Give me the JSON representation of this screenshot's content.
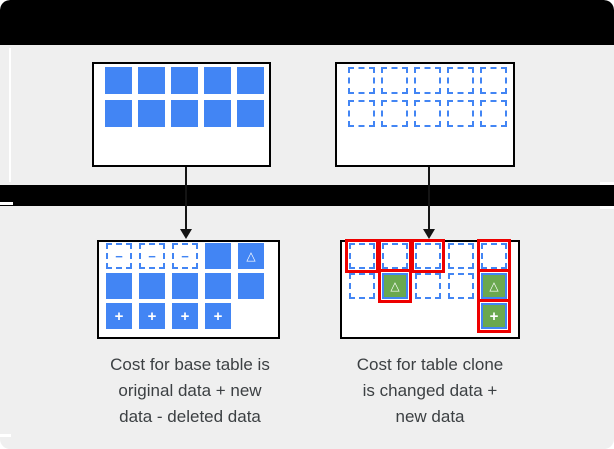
{
  "colors": {
    "blue": "#4285f4",
    "green": "#6aa84f",
    "red": "#ee0000",
    "bar_black": "#000000",
    "panel_gray": "#efefef",
    "box_white": "#ffffff",
    "text_gray": "#3c4043"
  },
  "cell_glyphs": {
    "dashed-minus": "−",
    "solid-delta": "△",
    "solid-plus": "+",
    "green-delta-red": "△",
    "green-plus-red": "+"
  },
  "boxes": {
    "base_table_before": {
      "cells": [
        [
          "solid",
          "solid",
          "solid",
          "solid",
          "solid"
        ],
        [
          "solid",
          "solid",
          "solid",
          "solid",
          "solid"
        ]
      ]
    },
    "table_clone_before": {
      "cells": [
        [
          "dashed",
          "dashed",
          "dashed",
          "dashed",
          "dashed"
        ],
        [
          "dashed",
          "dashed",
          "dashed",
          "dashed",
          "dashed"
        ]
      ]
    },
    "base_table_after": {
      "cells": [
        [
          "dashed-minus",
          "dashed-minus",
          "dashed-minus",
          "solid",
          "solid-delta"
        ],
        [
          "solid",
          "solid",
          "solid",
          "solid",
          "solid"
        ],
        [
          "solid-plus",
          "solid-plus",
          "solid-plus",
          "solid-plus",
          "empty"
        ]
      ]
    },
    "table_clone_after": {
      "cells": [
        [
          "red-dashed",
          "red-dashed",
          "red-dashed",
          "dashed",
          "red-dashed"
        ],
        [
          "dashed",
          "green-delta-red",
          "dashed",
          "dashed",
          "green-delta-red"
        ],
        [
          "empty",
          "empty",
          "empty",
          "empty",
          "green-plus-red"
        ]
      ]
    }
  },
  "captions": {
    "base_table": [
      "Cost for base table is",
      "original data + new",
      "data - deleted data"
    ],
    "table_clone": [
      "Cost for table clone",
      "is changed data +",
      "new data"
    ]
  }
}
